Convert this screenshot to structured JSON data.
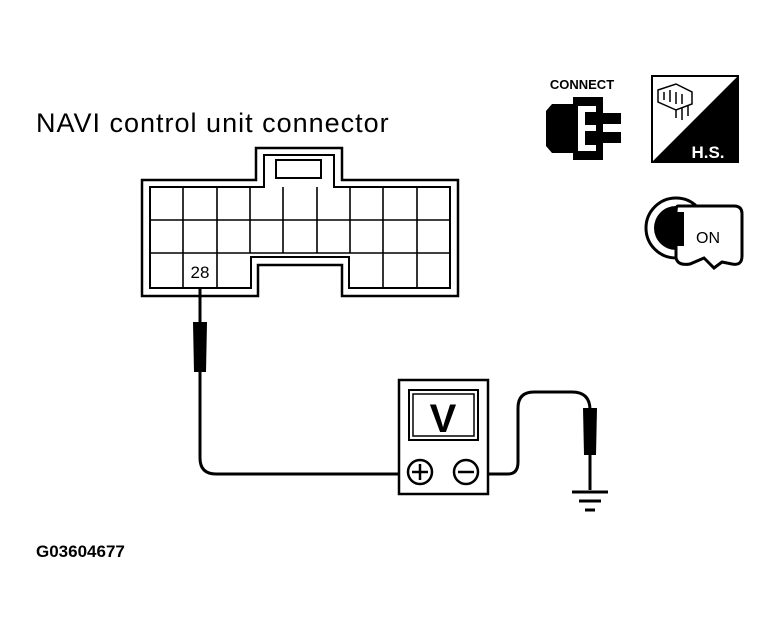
{
  "title": "NAVI control unit connector",
  "pin_label": "28",
  "icons": {
    "connect_label": "CONNECT",
    "hs_label": "H.S.",
    "ignition_label": "ON"
  },
  "meter": {
    "display": "V",
    "plus": "+",
    "minus": "−"
  },
  "figure_id": "G03604677"
}
